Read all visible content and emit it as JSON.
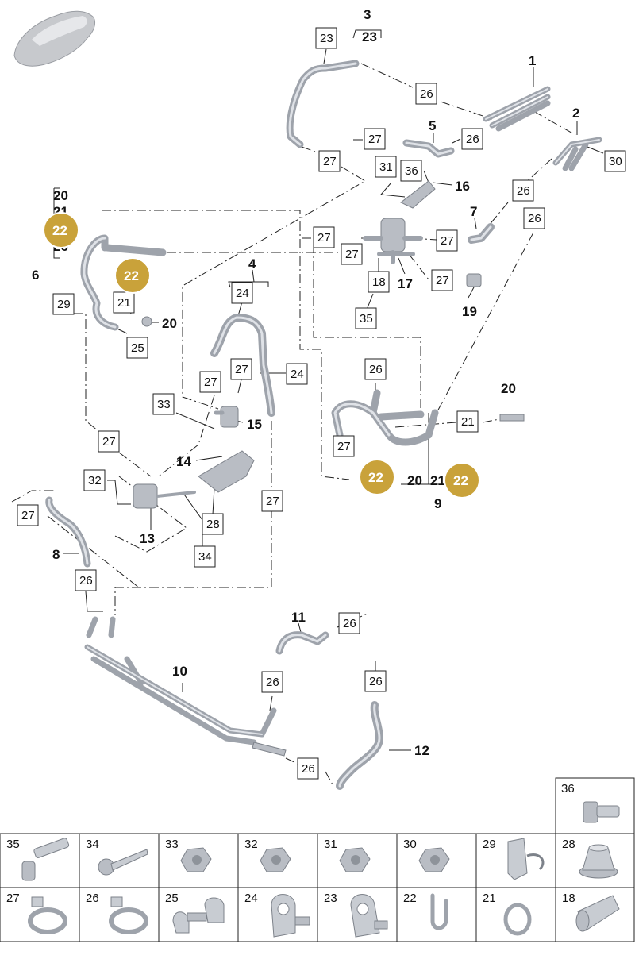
{
  "callouts": {
    "p1": "1",
    "p2": "2",
    "p3": "3",
    "p4": "4",
    "p5": "5",
    "p6": "6",
    "p7": "7",
    "p8": "8",
    "p9": "9",
    "p10": "10",
    "p11": "11",
    "p12": "12",
    "p13": "13",
    "p14": "14",
    "p15": "15",
    "p16": "16",
    "p17": "17",
    "p19": "19",
    "p20a": "20",
    "p21a": "21",
    "p26a": "26",
    "p20b": "20",
    "p20c": "20",
    "p20d": "20",
    "p21d": "21"
  },
  "boxed": {
    "b23a": "23",
    "b23b": "23",
    "b26a": "26",
    "b26b": "26",
    "b26c": "26",
    "b26d": "26",
    "b26e": "26",
    "b26f": "26",
    "b26g": "26",
    "b26h": "26",
    "b26i": "26",
    "b27a": "27",
    "b27b": "27",
    "b27c": "27",
    "b27d": "27",
    "b27e": "27",
    "b27f": "27",
    "b27g": "27",
    "b27h": "27",
    "b27i": "27",
    "b27j": "27",
    "b27k": "27",
    "b27l": "27",
    "b30": "30",
    "b31": "31",
    "b36": "36",
    "b18": "18",
    "b35": "35",
    "b29": "29",
    "b21a": "21",
    "b21b": "21",
    "b25": "25",
    "b24a": "24",
    "b24b": "24",
    "b33": "33",
    "b32": "32",
    "b28": "28",
    "b34": "34"
  },
  "badges": {
    "g1": "22",
    "g2": "22",
    "g3": "22",
    "g4": "22"
  },
  "legend": [
    {
      "num": "36",
      "icon": "bolt-flange-icon"
    },
    {
      "num": "35",
      "icon": "bolt-icon"
    },
    {
      "num": "34",
      "icon": "screw-icon"
    },
    {
      "num": "33",
      "icon": "nut-icon"
    },
    {
      "num": "32",
      "icon": "nut-icon"
    },
    {
      "num": "31",
      "icon": "nut-icon"
    },
    {
      "num": "30",
      "icon": "nut-icon"
    },
    {
      "num": "29",
      "icon": "holder-clip-icon"
    },
    {
      "num": "28",
      "icon": "grommet-icon"
    },
    {
      "num": "27",
      "icon": "hose-clamp-icon"
    },
    {
      "num": "26",
      "icon": "hose-clamp-icon"
    },
    {
      "num": "25",
      "icon": "double-clip-icon"
    },
    {
      "num": "24",
      "icon": "pipe-clip-icon"
    },
    {
      "num": "23",
      "icon": "pipe-clip-icon"
    },
    {
      "num": "22",
      "icon": "retaining-clip-icon"
    },
    {
      "num": "21",
      "icon": "o-ring-icon"
    },
    {
      "num": "18",
      "icon": "sleeve-icon"
    }
  ],
  "colors": {
    "badge": "#c9a23a",
    "hose": "#9ea3ab",
    "line": "#222222"
  }
}
